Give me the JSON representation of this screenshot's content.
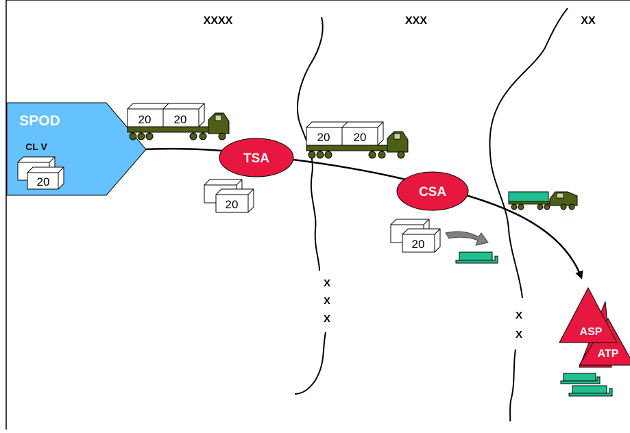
{
  "echelons": {
    "theater": "XXXX",
    "corps": "XXX",
    "division": "XX"
  },
  "boundaries": {
    "corps_marker": [
      "X",
      "X",
      "X"
    ],
    "division_marker": [
      "X",
      "X"
    ]
  },
  "nodes": {
    "spod": {
      "label": "SPOD",
      "sublabel": "CL V",
      "container_label": "20",
      "color": "#66c2ff"
    },
    "tsa": {
      "label": "TSA",
      "container_label": "20",
      "color": "#e8173f"
    },
    "csa": {
      "label": "CSA",
      "container_label": "20",
      "color": "#e8173f"
    },
    "asp": {
      "label": "ASP",
      "color": "#e8173f"
    },
    "atp": {
      "label": "ATP",
      "color": "#e8173f"
    }
  },
  "trucks": {
    "line_haul_1": {
      "containers": [
        "20",
        "20"
      ]
    },
    "line_haul_2": {
      "containers": [
        "20",
        "20"
      ]
    }
  },
  "colors": {
    "olive": "#4d5e16",
    "flatrack": "#1fbf8f",
    "outline": "#000000"
  }
}
